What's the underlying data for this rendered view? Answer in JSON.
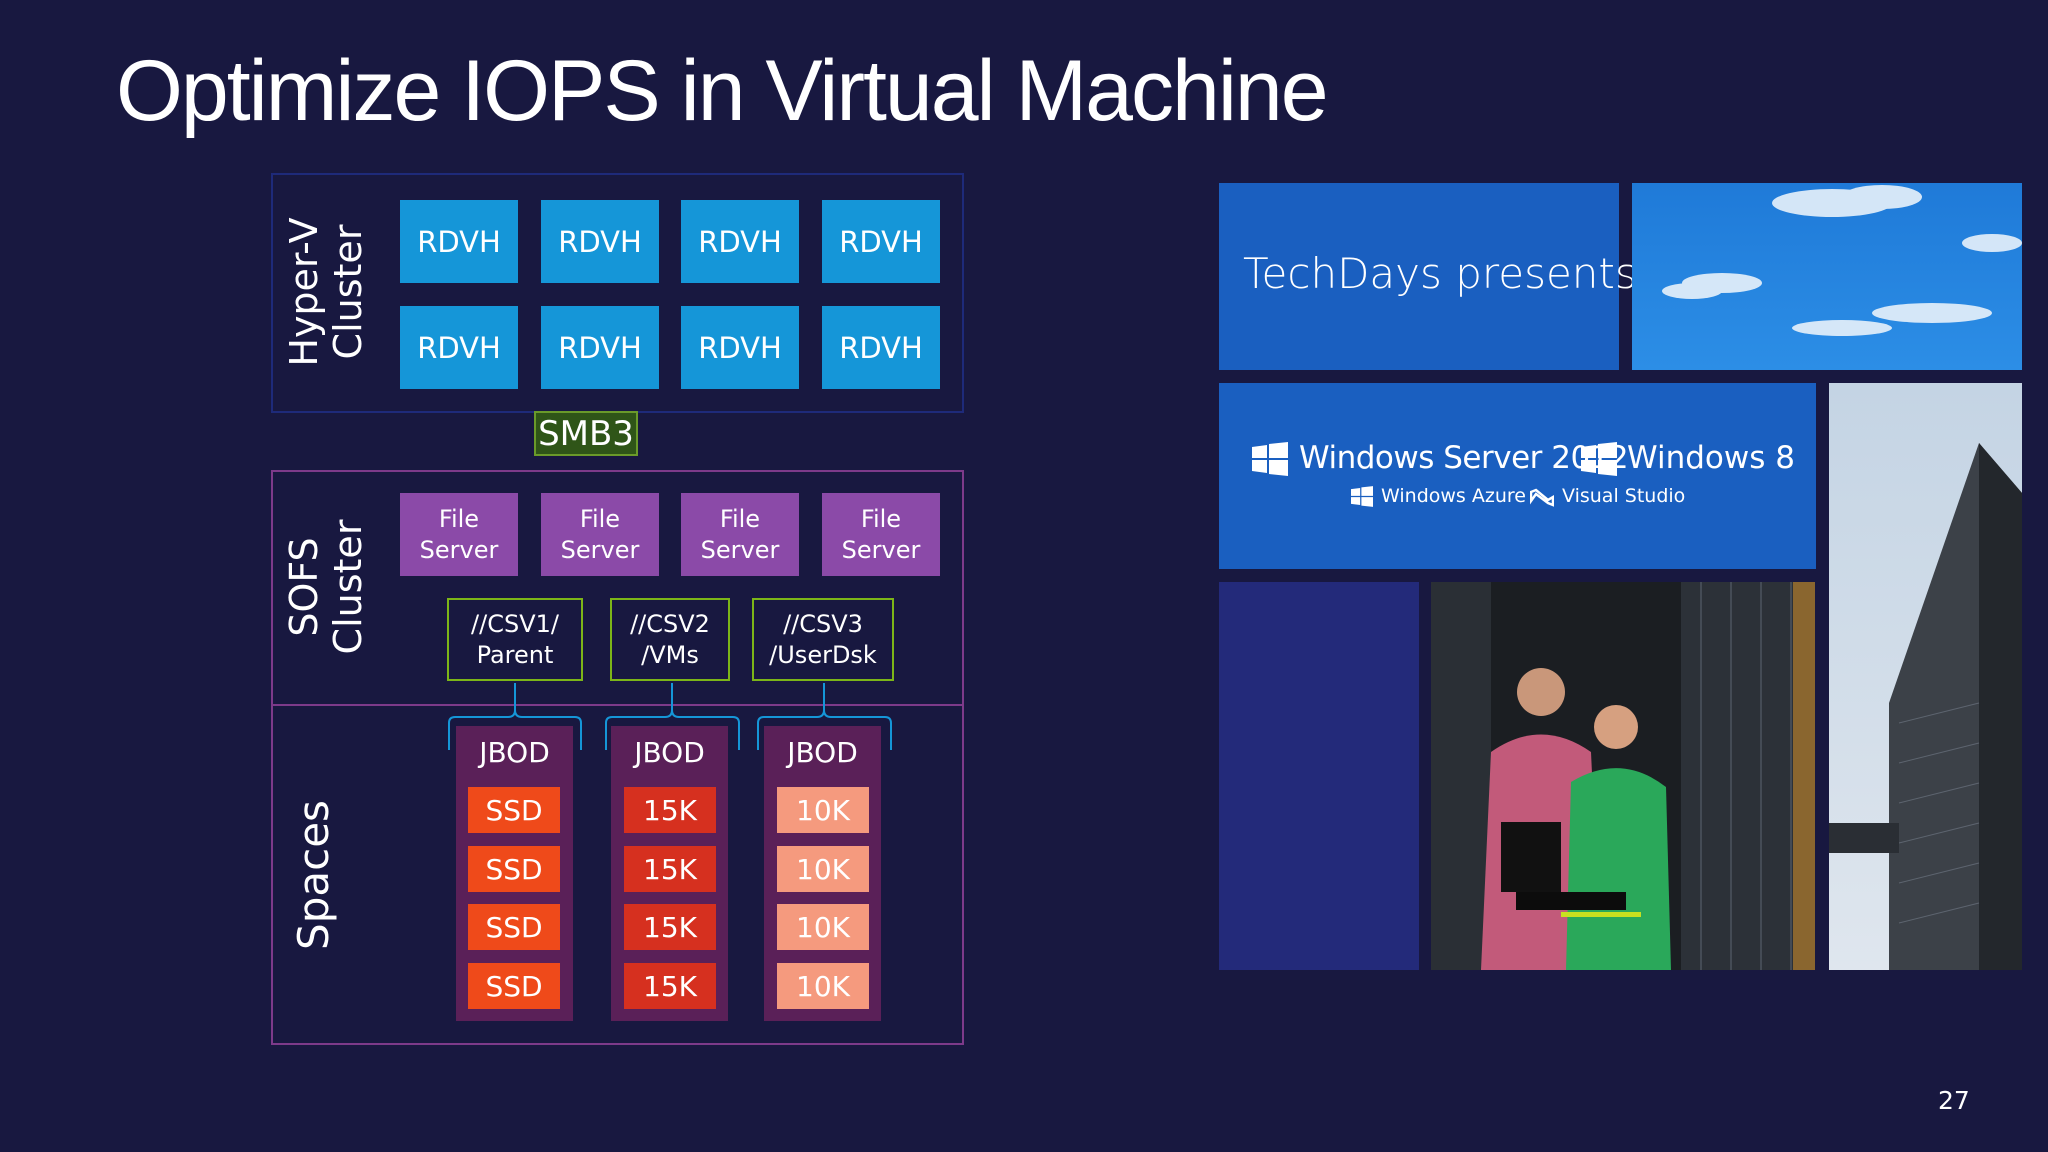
{
  "title": "Optimize IOPS in Virtual Machine",
  "page_number": "27",
  "hyperv": {
    "label_line1": "Hyper-V",
    "label_line2": "Cluster",
    "nodes": [
      "RDVH",
      "RDVH",
      "RDVH",
      "RDVH",
      "RDVH",
      "RDVH",
      "RDVH",
      "RDVH"
    ]
  },
  "protocol_label": "SMB3",
  "sofs": {
    "label_line1": "SOFS",
    "label_line2": "Cluster",
    "file_servers": [
      {
        "line1": "File",
        "line2": "Server"
      },
      {
        "line1": "File",
        "line2": "Server"
      },
      {
        "line1": "File",
        "line2": "Server"
      },
      {
        "line1": "File",
        "line2": "Server"
      }
    ],
    "csvs": [
      {
        "line1": "//CSV1/",
        "line2": "Parent"
      },
      {
        "line1": "//CSV2",
        "line2": "/VMs"
      },
      {
        "line1": "//CSV3",
        "line2": "/UserDsk"
      }
    ]
  },
  "spaces": {
    "label": "Spaces",
    "jbods": [
      {
        "label": "JBOD",
        "disks": [
          "SSD",
          "SSD",
          "SSD",
          "SSD"
        ]
      },
      {
        "label": "JBOD",
        "disks": [
          "15K",
          "15K",
          "15K",
          "15K"
        ]
      },
      {
        "label": "JBOD",
        "disks": [
          "10K",
          "10K",
          "10K",
          "10K"
        ]
      }
    ]
  },
  "promo": {
    "headline": "TechDays presents",
    "product1": "Windows Server 2012",
    "product2": "Windows 8",
    "product3": "Windows Azure",
    "product4": "Visual Studio"
  },
  "colors": {
    "background": "#181840",
    "rdvh": "#1596d8",
    "file_server": "#8b4aa8",
    "csv_border": "#7cb518",
    "ssd": "#ef4a1a",
    "disk_15k": "#d6301f",
    "disk_10k": "#f59a7e",
    "tile_blue": "#1a5fc0"
  }
}
